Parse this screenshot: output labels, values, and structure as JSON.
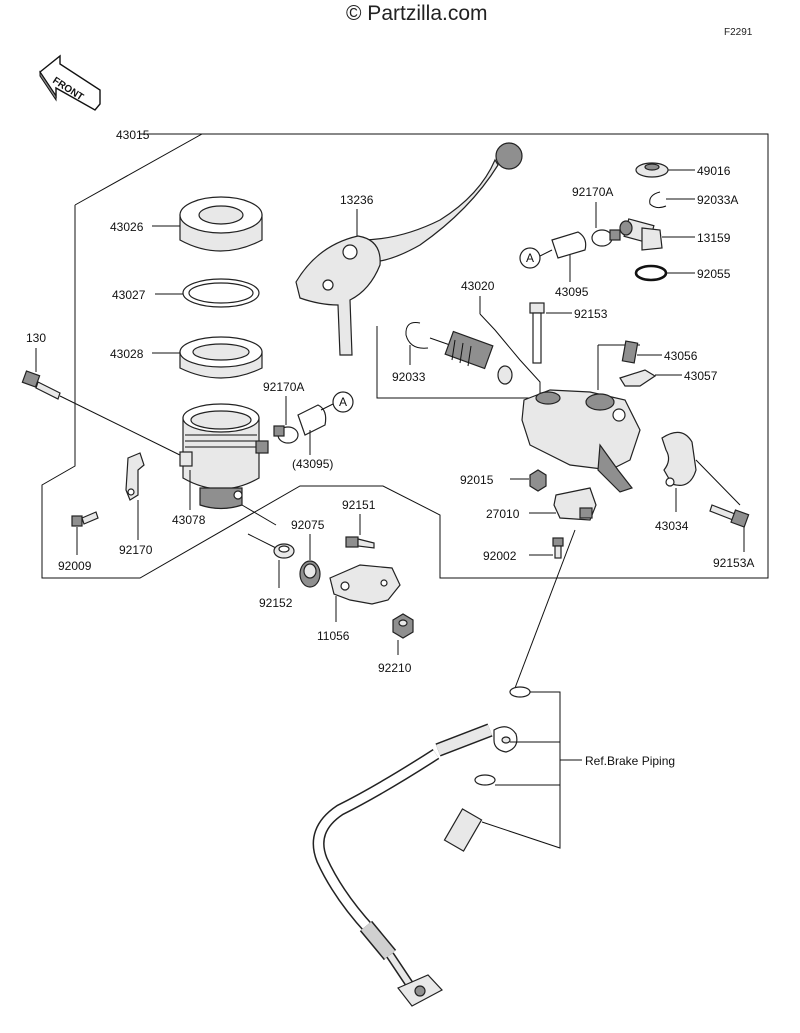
{
  "header": {
    "watermark": "© Partzilla.com",
    "figure_code": "F2291"
  },
  "orientation": {
    "label": "FRONT"
  },
  "labels": {
    "l43015": "43015",
    "l43026": "43026",
    "l43027": "43027",
    "l43028": "43028",
    "l130": "130",
    "l92170A_left": "92170A",
    "l43095_paren": "(43095)",
    "l43078": "43078",
    "l92170": "92170",
    "l92009": "92009",
    "l92151": "92151",
    "l92075": "92075",
    "l92152": "92152",
    "l11056": "11056",
    "l92210": "92210",
    "l13236": "13236",
    "l92033": "92033",
    "l43020": "43020",
    "l92170A_right": "92170A",
    "l43095": "43095",
    "l92153": "92153",
    "l49016": "49016",
    "l92033A": "92033A",
    "l13159": "13159",
    "l92055": "92055",
    "l43056": "43056",
    "l43057": "43057",
    "l92015": "92015",
    "l27010": "27010",
    "l92002": "92002",
    "l43034": "43034",
    "l92153A": "92153A",
    "ref_brake": "Ref.Brake Piping"
  },
  "markers": {
    "a_left": "A",
    "a_right": "A"
  }
}
